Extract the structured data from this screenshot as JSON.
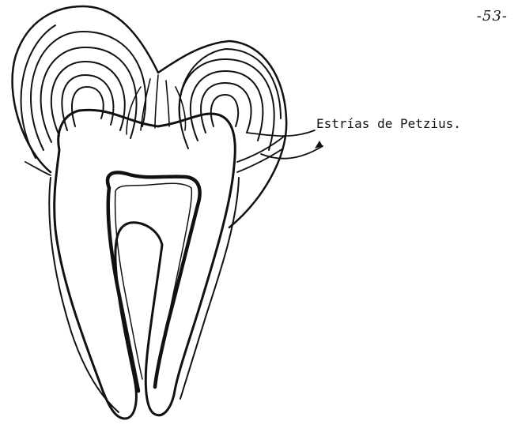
{
  "page": {
    "number": "-53-"
  },
  "diagram": {
    "subject": "molar tooth longitudinal section",
    "annotation": {
      "label": "Estrías de Petzius."
    },
    "colors": {
      "ink": "#111111",
      "paper": "#ffffff"
    }
  }
}
